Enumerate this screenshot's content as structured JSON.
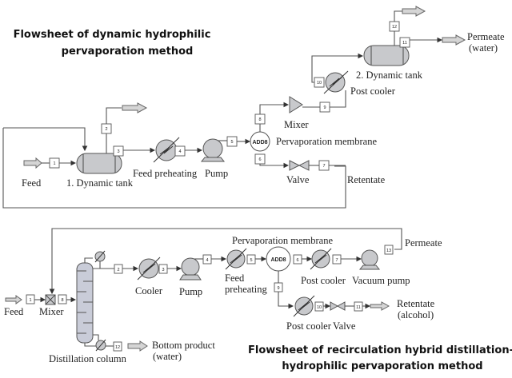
{
  "diagram1": {
    "title_line1": "Flowsheet of dynamic hydrophilic",
    "title_line2": "pervaporation method",
    "labels": {
      "feed": "Feed",
      "tank1": "1. Dynamic tank",
      "feed_preheating": "Feed preheating",
      "pump": "Pump",
      "membrane": "Pervaporation membrane",
      "membrane_block": "ADD8",
      "mixer": "Mixer",
      "valve": "Valve",
      "retentate": "Retentate",
      "post_cooler": "Post cooler",
      "tank2": "2. Dynamic tank",
      "permeate_line1": "Permeate",
      "permeate_line2": "(water)"
    },
    "streams": [
      "1",
      "2",
      "3",
      "4",
      "5",
      "6",
      "7",
      "8",
      "9",
      "10",
      "11",
      "12"
    ]
  },
  "diagram2": {
    "title_line1": "Flowsheet of recirculation hybrid distillation-",
    "title_line2": "hydrophilic pervaporation method",
    "labels": {
      "feed": "Feed",
      "mixer": "Mixer",
      "column": "Distillation column",
      "bottom_line1": "Bottom product",
      "bottom_line2": "(water)",
      "cooler": "Cooler",
      "pump": "Pump",
      "feed_preheating_line1": "Feed",
      "feed_preheating_line2": "preheating",
      "membrane": "Pervaporation membrane",
      "membrane_block": "ADD8",
      "post_cooler1": "Post cooler",
      "vacuum_pump": "Vacuum pump",
      "permeate": "Permeate",
      "post_cooler2": "Post cooler",
      "valve": "Valve",
      "retentate_line1": "Retentate",
      "retentate_line2": "(alcohol)"
    },
    "streams": [
      "1",
      "2",
      "3",
      "4",
      "5",
      "6",
      "7",
      "8",
      "9",
      "10",
      "11",
      "12",
      "13"
    ]
  }
}
